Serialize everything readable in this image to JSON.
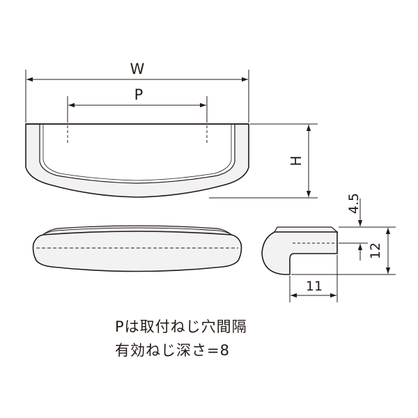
{
  "dimensions": {
    "width_label": "W",
    "pitch_label": "P",
    "height_label": "H",
    "top_offset_label": "4.5",
    "depth_label": "12",
    "side_width_label": "11"
  },
  "notes": [
    "Pは取付ねじ穴間隔",
    "有効ねじ深さ=8"
  ],
  "colors": {
    "line": "#231815",
    "body_fill": "#f2f2f2",
    "inner_fill": "#ffffff"
  }
}
